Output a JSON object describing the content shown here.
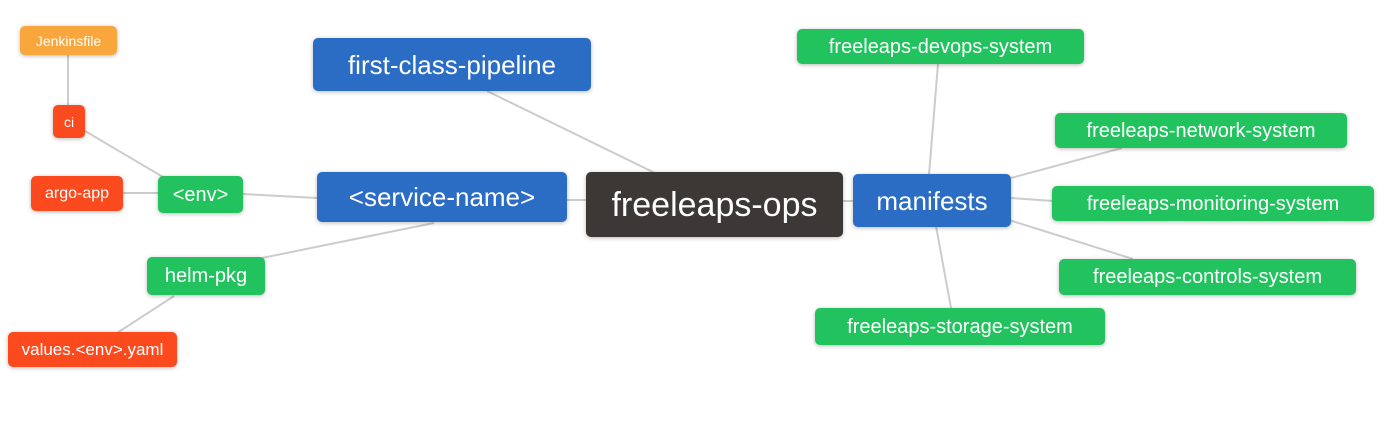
{
  "palette": {
    "background": "#ffffff",
    "text": "#ffffff",
    "edge": "#cccccc",
    "root_bg": "#3b3836",
    "blue_bg": "#2b6cc4",
    "green_bg": "#22c35f",
    "red_bg": "#fa4a1e",
    "orange_bg": "#f9a63c"
  },
  "nodes": {
    "freeleaps_ops": {
      "label": "freeleaps-ops",
      "type": "root"
    },
    "first_class_pipeline": {
      "label": "first-class-pipeline",
      "type": "blue"
    },
    "service_name": {
      "label": "<service-name>",
      "type": "blue"
    },
    "manifests": {
      "label": "manifests",
      "type": "blue"
    },
    "env": {
      "label": "<env>",
      "type": "green"
    },
    "helm_pkg": {
      "label": "helm-pkg",
      "type": "green"
    },
    "ci": {
      "label": "ci",
      "type": "red"
    },
    "argo_app": {
      "label": "argo-app",
      "type": "red"
    },
    "values_env_yaml": {
      "label": "values.<env>.yaml",
      "type": "red"
    },
    "jenkinsfile": {
      "label": "Jenkinsfile",
      "type": "orange"
    },
    "devops_system": {
      "label": "freeleaps-devops-system",
      "type": "green"
    },
    "network_system": {
      "label": "freeleaps-network-system",
      "type": "green"
    },
    "monitoring_system": {
      "label": "freeleaps-monitoring-system",
      "type": "green"
    },
    "controls_system": {
      "label": "freeleaps-controls-system",
      "type": "green"
    },
    "storage_system": {
      "label": "freeleaps-storage-system",
      "type": "green"
    }
  },
  "edges": [
    {
      "from": "jenkinsfile",
      "to": "ci"
    },
    {
      "from": "ci",
      "to": "env"
    },
    {
      "from": "argo_app",
      "to": "env"
    },
    {
      "from": "env",
      "to": "service_name"
    },
    {
      "from": "helm_pkg",
      "to": "service_name"
    },
    {
      "from": "values_env_yaml",
      "to": "helm_pkg"
    },
    {
      "from": "first_class_pipeline",
      "to": "freeleaps_ops"
    },
    {
      "from": "service_name",
      "to": "freeleaps_ops"
    },
    {
      "from": "freeleaps_ops",
      "to": "manifests"
    },
    {
      "from": "manifests",
      "to": "devops_system"
    },
    {
      "from": "manifests",
      "to": "network_system"
    },
    {
      "from": "manifests",
      "to": "monitoring_system"
    },
    {
      "from": "manifests",
      "to": "controls_system"
    },
    {
      "from": "manifests",
      "to": "storage_system"
    }
  ]
}
